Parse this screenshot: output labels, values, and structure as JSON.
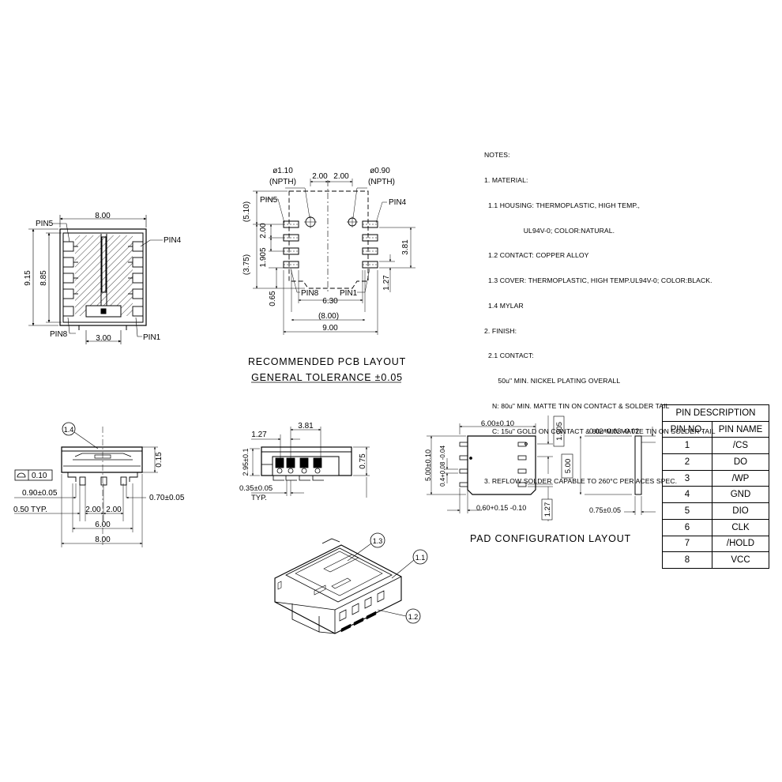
{
  "top_view": {
    "dims": {
      "width": "8.00",
      "height_outer": "9.15",
      "height_inner": "8.85",
      "bottom": "3.00"
    },
    "pins": {
      "pin5": "PIN5",
      "pin4": "PIN4",
      "pin8": "PIN8",
      "pin1": "PIN1"
    }
  },
  "pcb_layout": {
    "holes": {
      "left": "ø1.10",
      "left_sub": "(NPTH)",
      "right": "ø0.90",
      "right_sub": "(NPTH)"
    },
    "dims": {
      "top_left": "2.00",
      "top_right": "2.00",
      "v_510": "(5.10)",
      "v_200": "2.00",
      "v_1905": "1.905",
      "v_375": "(3.75)",
      "v_065": "0.65",
      "v_381": "3.81",
      "v_127": "1.27",
      "h_630": "6.30",
      "h_800": "(8.00)",
      "h_900": "9.00"
    },
    "pins": {
      "pin5": "PIN5",
      "pin4": "PIN4",
      "pin8": "PIN8",
      "pin1": "PIN1"
    },
    "title": "RECOMMENDED PCB LAYOUT",
    "subtitle": "GENERAL TOLERANCE ±0.05"
  },
  "notes": {
    "lines": [
      "NOTES:",
      "1. MATERIAL:",
      "  1.1 HOUSING: THERMOPLASTIC, HIGH TEMP.,",
      "                    UL94V-0; COLOR:NATURAL.",
      "  1.2 CONTACT: COPPER ALLOY",
      "  1.3 COVER: THERMOPLASTIC, HIGH TEMP.UL94V-0; COLOR:BLACK.",
      "  1.4 MYLAR",
      "2. FINISH:",
      "  2.1 CONTACT:",
      "       50u\" MIN. NICKEL PLATING OVERALL",
      "    N: 80u\" MIN. MATTE TIN ON CONTACT & SOLDER TAIL",
      "    C: 15u\" GOLD ON CONTACT & 80u\"MIN MATTE TIN ON SOLDER TAIL",
      "",
      "3. REFLOW SOLDER CAPABLE TO 260°C PER ACES SPEC."
    ]
  },
  "front_view": {
    "callout": "1.4",
    "dims": {
      "h015": "0.15",
      "flat": "0.10",
      "pad_w": "0.90±0.05",
      "pad_r": "0.70±0.05",
      "typ": "0.50 TYP.",
      "pitch_l": "2.00",
      "pitch_r": "2.00",
      "w600": "6.00",
      "w800": "8.00"
    }
  },
  "side_view": {
    "dims": {
      "w381": "3.81",
      "w127": "1.27",
      "h295": "2.95±0.1",
      "h075": "0.75",
      "w035": "0.35±0.05",
      "typ": "TYP."
    }
  },
  "pad_layout": {
    "dims": {
      "w600": "6.00±0.10",
      "h1905": "1.905",
      "h500": "5.00±0.10",
      "pad04": "0.4+0.08 -0.04",
      "w060": "0.60+0.15 -0.10",
      "h127": "1.27",
      "h500r": "5.00",
      "t002": "0.02+0.03 -0.02",
      "w075": "0.75±0.05"
    },
    "title": "PAD CONFIGURATION LAYOUT"
  },
  "iso_view": {
    "callouts": {
      "cover": "1.3",
      "housing": "1.1",
      "contact": "1.2"
    }
  },
  "pin_table": {
    "caption": "PIN DESCRIPTION",
    "headers": [
      "PIN NO.",
      "PIN NAME"
    ],
    "rows": [
      {
        "no": "1",
        "name": "/CS"
      },
      {
        "no": "2",
        "name": "DO"
      },
      {
        "no": "3",
        "name": "/WP"
      },
      {
        "no": "4",
        "name": "GND"
      },
      {
        "no": "5",
        "name": "DIO"
      },
      {
        "no": "6",
        "name": "CLK"
      },
      {
        "no": "7",
        "name": "/HOLD"
      },
      {
        "no": "8",
        "name": "VCC"
      }
    ]
  }
}
